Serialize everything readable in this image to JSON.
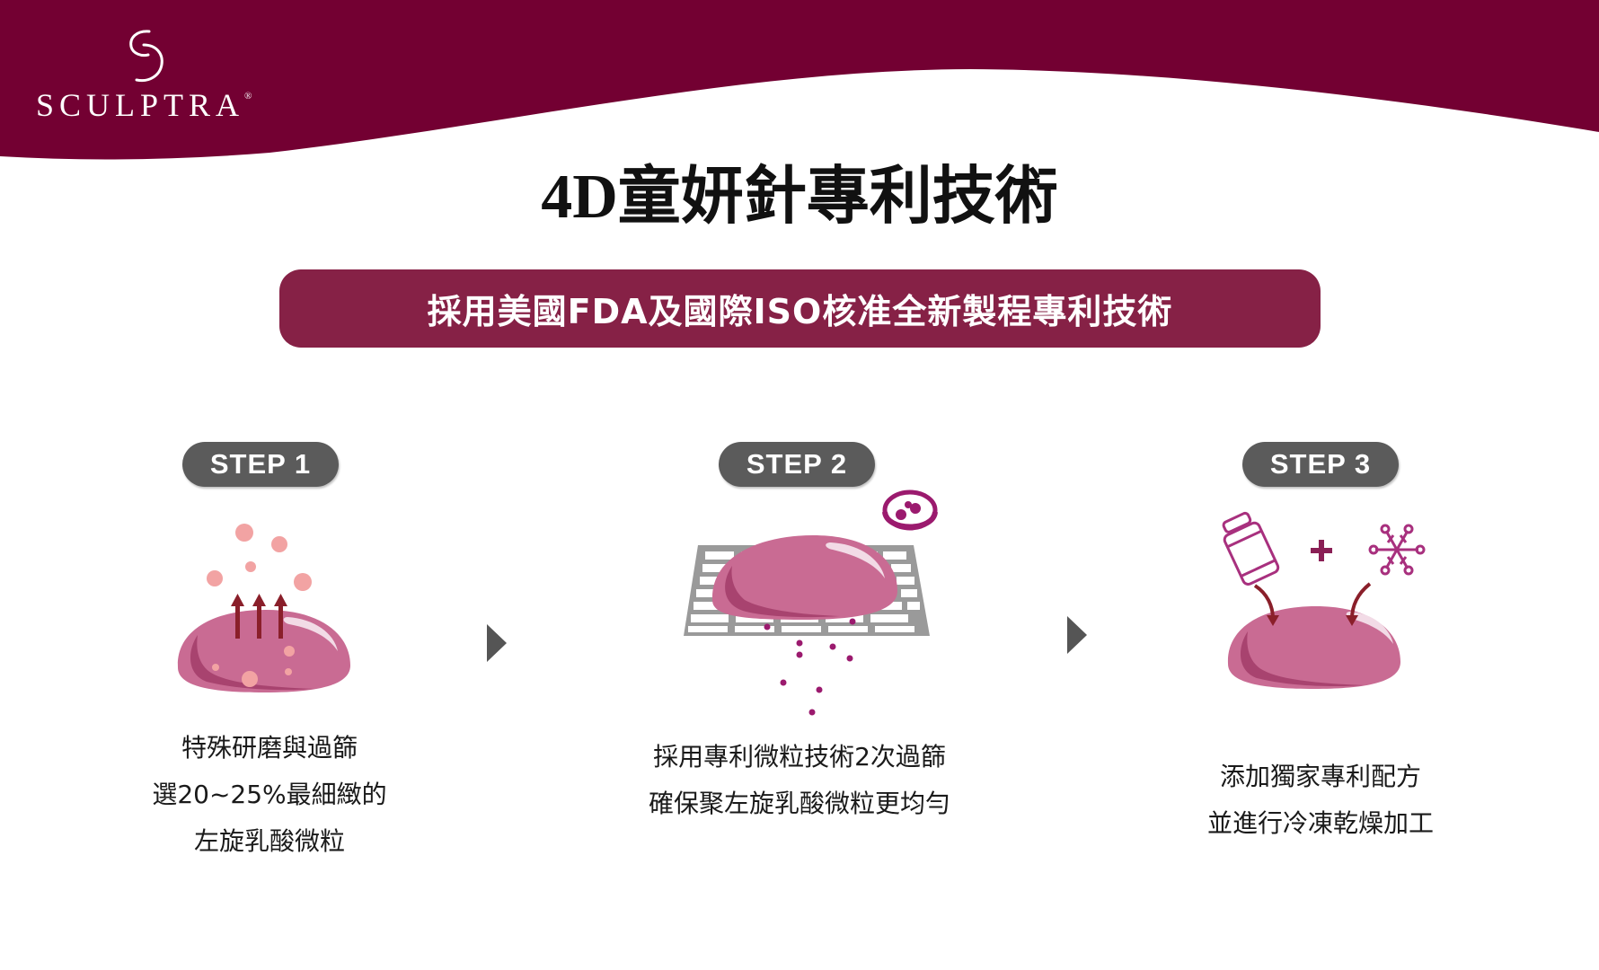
{
  "brand": {
    "name": "SCULPTRA",
    "registered_mark": "®",
    "logo_icon": "s-swirl-icon",
    "header_color": "#730032"
  },
  "page": {
    "title": "4D童妍針專利技術",
    "banner_text": "採用美國FDA及國際ISO核准全新製程專利技術",
    "banner_color": "#862146"
  },
  "steps": [
    {
      "label": "STEP 1",
      "illustration": "blob-with-rising-particles-icon",
      "lines": [
        "特殊研磨與過篩",
        "選20~25%最細緻的",
        "左旋乳酸微粒"
      ]
    },
    {
      "label": "STEP 2",
      "illustration": "blob-on-sieve-with-petri-dish-icon",
      "lines": [
        "採用專利微粒技術2次過篩",
        "確保聚左旋乳酸微粒更均勻"
      ]
    },
    {
      "label": "STEP 3",
      "illustration": "vial-plus-snowflake-into-blob-icon",
      "plus_sign": "+",
      "lines": [
        "添加獨家專利配方",
        "並進行冷凍乾燥加工"
      ]
    }
  ],
  "connectors": [
    "chevron-right-icon",
    "chevron-right-icon"
  ],
  "colors": {
    "blob": "#c96b93",
    "blob_shade": "#a8436f",
    "particle": "#f2a3a3",
    "arrow_up": "#8a1f2a",
    "accent_magenta": "#9b1a6e",
    "pill_gray": "#5b5b5b",
    "chevron_gray": "#555555"
  }
}
